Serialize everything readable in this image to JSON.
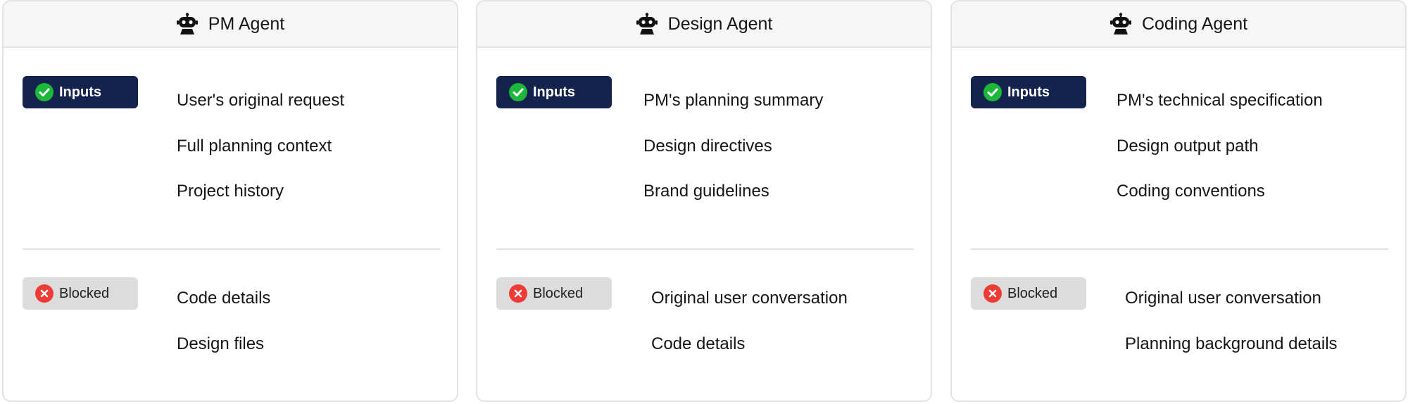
{
  "agents": [
    {
      "title": "PM Agent",
      "inputs_label": "Inputs",
      "inputs": [
        "User's original request",
        "Full planning context",
        "Project history"
      ],
      "blocked_label": "Blocked",
      "blocked": [
        "Code details",
        "Design files"
      ]
    },
    {
      "title": "Design Agent",
      "inputs_label": "Inputs",
      "inputs": [
        "PM's planning summary",
        "Design directives",
        "Brand guidelines"
      ],
      "blocked_label": "Blocked",
      "blocked": [
        "Original user conversation",
        "Code details"
      ]
    },
    {
      "title": "Coding Agent",
      "inputs_label": "Inputs",
      "inputs": [
        "PM's technical specification",
        "Design output path",
        "Coding conventions"
      ],
      "blocked_label": "Blocked",
      "blocked": [
        "Original user conversation",
        "Planning background details"
      ]
    }
  ],
  "colors": {
    "inputs_badge": "#14224e",
    "blocked_badge": "#dcdcdc",
    "check_icon": "#1db83a",
    "x_icon": "#ee3b36"
  },
  "icons": {
    "header": "robot-icon",
    "inputs": "check-circle-icon",
    "blocked": "x-circle-icon"
  }
}
